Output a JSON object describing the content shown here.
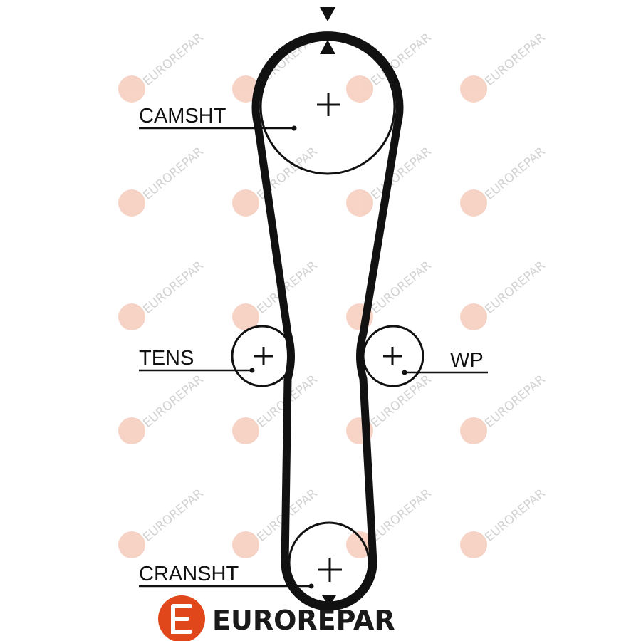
{
  "labels": {
    "camshaft": "CAMSHT",
    "tensioner": "TENS",
    "water_pump": "WP",
    "crankshaft": "CRANSHT"
  },
  "brand": {
    "name": "EUROREPAR",
    "color": "#e0471b"
  },
  "watermark": {
    "text": "EUROREPAR",
    "color": "#f6c9b9"
  },
  "colors": {
    "belt": "#111111"
  }
}
